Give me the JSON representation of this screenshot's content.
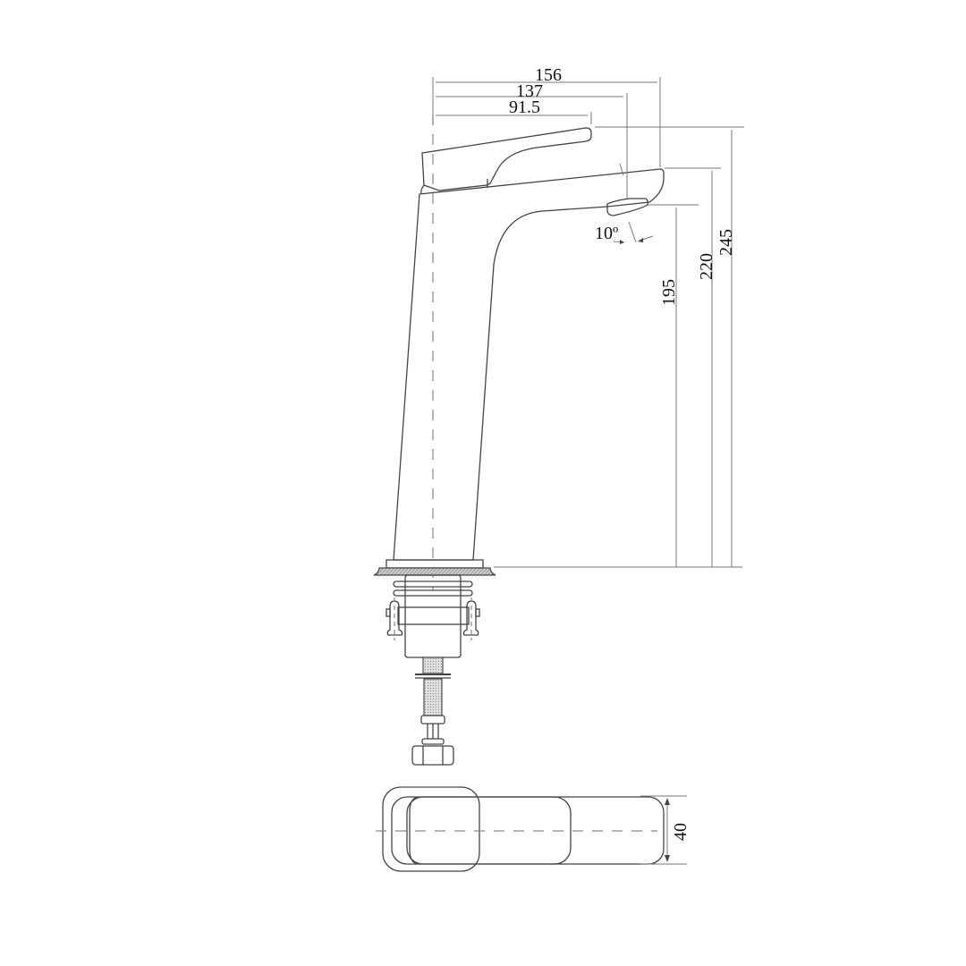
{
  "drawing": {
    "subject": "Tall basin mixer tap technical drawing",
    "views": [
      "side-elevation",
      "top-plan"
    ],
    "units": "mm",
    "colors": {
      "line": "#444444",
      "dimension": "#777777",
      "text": "#111111",
      "background": "#ffffff"
    }
  },
  "dimensions": {
    "width_overall": "156",
    "width_spout_outlet": "137",
    "width_handle": "91.5",
    "height_overall": "245",
    "height_spout_top": "220",
    "height_outlet": "195",
    "outlet_angle": "10º",
    "plan_width": "40"
  }
}
